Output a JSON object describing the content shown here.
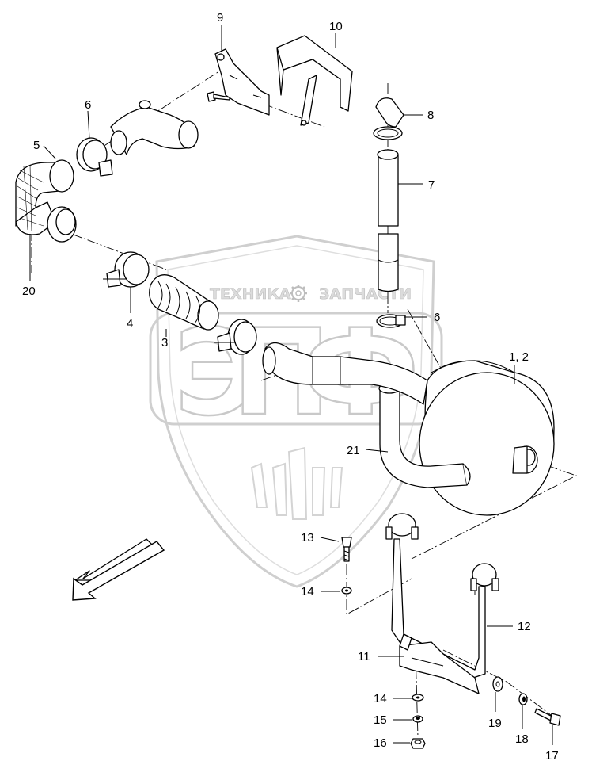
{
  "watermark": {
    "left_text": "ТЕХНИКА",
    "right_text": "ЗАПЧАСТИ",
    "monogram": "ЭПФ",
    "gear": "gear-icon"
  },
  "callouts": {
    "c_1_2": "1, 2",
    "c_3": "3",
    "c_4": "4",
    "c_5": "5",
    "c_6a": "6",
    "c_6b": "6",
    "c_7": "7",
    "c_8": "8",
    "c_9": "9",
    "c_10": "10",
    "c_11": "11",
    "c_12": "12",
    "c_13": "13",
    "c_14a": "14",
    "c_14b": "14",
    "c_15": "15",
    "c_16": "16",
    "c_17": "17",
    "c_18": "18",
    "c_19": "19",
    "c_20": "20",
    "c_21": "21"
  },
  "direction_arrow": "arrow-icon"
}
